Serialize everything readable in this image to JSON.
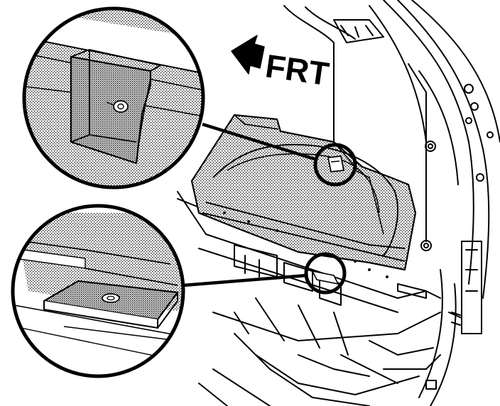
{
  "diagram": {
    "direction_label": "FRT",
    "direction_arrow_icon": "arrow-left-icon",
    "colors": {
      "line": "#000000",
      "background": "#ffffff",
      "stipple": "#000000"
    },
    "callouts": [
      {
        "name": "upper-fastener-detail",
        "target": "upper-trim-retainer"
      },
      {
        "name": "lower-fastener-detail",
        "target": "lower-floor-retainer"
      }
    ]
  }
}
